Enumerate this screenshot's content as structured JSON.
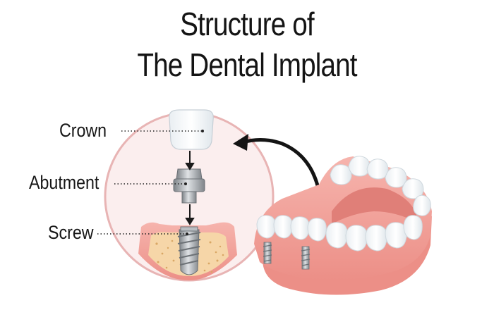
{
  "title": {
    "line1": "Structure of",
    "line2": "The Dental Implant"
  },
  "labels": {
    "crown": "Crown",
    "abutment": "Abutment",
    "screw": "Screw"
  },
  "colors": {
    "circle_fill": "#fbeeee",
    "circle_stroke": "#e8b4b4",
    "gum": "#f2a7a0",
    "bone": "#f6d6a8",
    "metal": "#9ea3a8",
    "text": "#161616"
  }
}
